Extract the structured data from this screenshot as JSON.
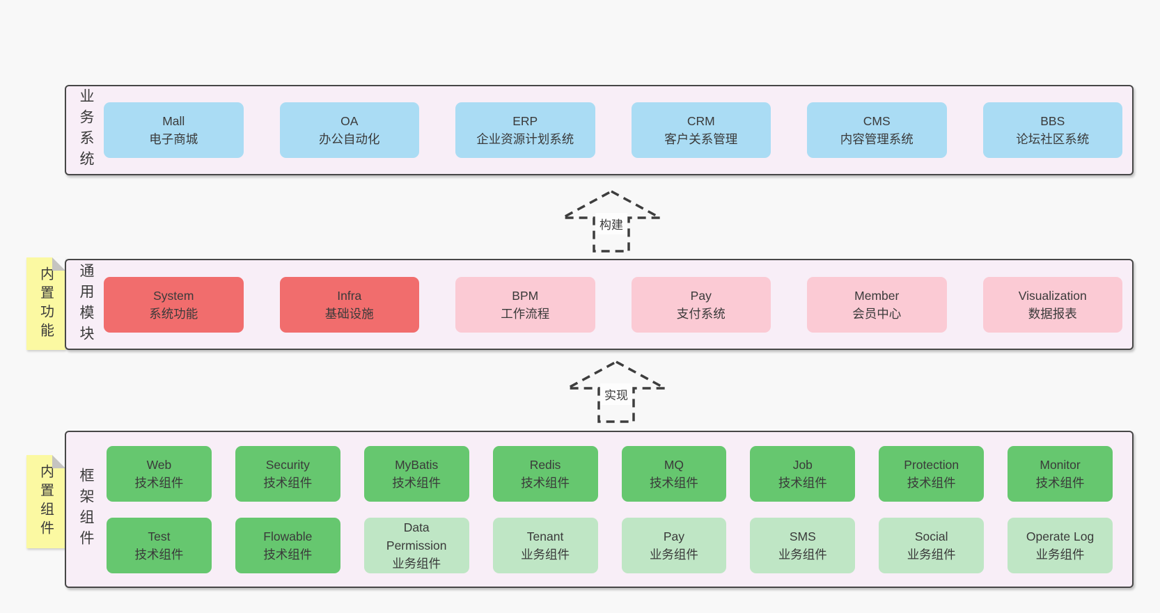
{
  "diagram": {
    "background": "#f8f8f8",
    "palette": {
      "band_background": "#f8eef7",
      "band_border": "#474747",
      "blue_box": "#aadcf4",
      "red_box": "#f16d6d",
      "pink_box": "#fbcad4",
      "green_box": "#66c76f",
      "light_green_box": "#bfe6c5",
      "sticky_yellow": "#fbf9a2",
      "text": "#3a3a3a"
    }
  },
  "bands": [
    {
      "id": "business-systems",
      "label": "业务系统",
      "boxes": [
        {
          "name": "Mall",
          "desc": "电子商城",
          "variant": "blue"
        },
        {
          "name": "OA",
          "desc": "办公自动化",
          "variant": "blue"
        },
        {
          "name": "ERP",
          "desc": "企业资源计划系统",
          "variant": "blue"
        },
        {
          "name": "CRM",
          "desc": "客户关系管理",
          "variant": "blue"
        },
        {
          "name": "CMS",
          "desc": "内容管理系统",
          "variant": "blue"
        },
        {
          "name": "BBS",
          "desc": "论坛社区系统",
          "variant": "blue"
        }
      ]
    },
    {
      "id": "common-modules",
      "label": "通用模块",
      "boxes": [
        {
          "name": "System",
          "desc": "系统功能",
          "variant": "red"
        },
        {
          "name": "Infra",
          "desc": "基础设施",
          "variant": "red"
        },
        {
          "name": "BPM",
          "desc": "工作流程",
          "variant": "pink"
        },
        {
          "name": "Pay",
          "desc": "支付系统",
          "variant": "pink"
        },
        {
          "name": "Member",
          "desc": "会员中心",
          "variant": "pink"
        },
        {
          "name": "Visualization",
          "desc": "数据报表",
          "variant": "pink"
        }
      ]
    },
    {
      "id": "framework-components",
      "label": "框架组件",
      "rows": [
        [
          {
            "name": "Web",
            "desc": "技术组件",
            "variant": "green"
          },
          {
            "name": "Security",
            "desc": "技术组件",
            "variant": "green"
          },
          {
            "name": "MyBatis",
            "desc": "技术组件",
            "variant": "green"
          },
          {
            "name": "Redis",
            "desc": "技术组件",
            "variant": "green"
          },
          {
            "name": "MQ",
            "desc": "技术组件",
            "variant": "green"
          },
          {
            "name": "Job",
            "desc": "技术组件",
            "variant": "green"
          },
          {
            "name": "Protection",
            "desc": "技术组件",
            "variant": "green"
          },
          {
            "name": "Monitor",
            "desc": "技术组件",
            "variant": "green"
          }
        ],
        [
          {
            "name": "Test",
            "desc": "技术组件",
            "variant": "green"
          },
          {
            "name": "Flowable",
            "desc": "技术组件",
            "variant": "green"
          },
          {
            "name": "Data Permission",
            "desc": "业务组件",
            "variant": "light-green"
          },
          {
            "name": "Tenant",
            "desc": "业务组件",
            "variant": "light-green"
          },
          {
            "name": "Pay",
            "desc": "业务组件",
            "variant": "light-green"
          },
          {
            "name": "SMS",
            "desc": "业务组件",
            "variant": "light-green"
          },
          {
            "name": "Social",
            "desc": "业务组件",
            "variant": "light-green"
          },
          {
            "name": "Operate Log",
            "desc": "业务组件",
            "variant": "light-green"
          }
        ]
      ]
    }
  ],
  "stickies": [
    {
      "label": "内置功能"
    },
    {
      "label": "内置组件"
    }
  ],
  "arrows": [
    {
      "label": "构建"
    },
    {
      "label": "实现"
    }
  ]
}
